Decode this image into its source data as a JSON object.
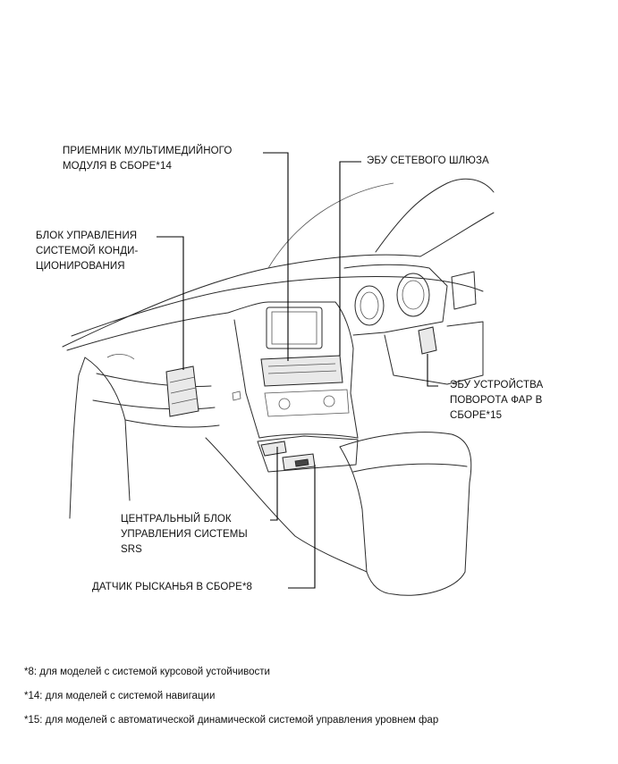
{
  "callouts": {
    "multimedia_receiver": [
      "ПРИЕМНИК МУЛЬТИМЕДИЙНОГО",
      "МОДУЛЯ В СБОРЕ*14"
    ],
    "network_gateway_ecu": [
      "ЭБУ СЕТЕВОГО ШЛЮЗА"
    ],
    "ac_control_unit": [
      "БЛОК УПРАВЛЕНИЯ",
      "СИСТЕМОЙ КОНДИ-",
      "ЦИОНИРОВАНИЯ"
    ],
    "headlamp_swivel_ecu": [
      "ЭБУ УСТРОЙСТВА",
      "ПОВОРОТА ФАР В",
      "СБОРЕ*15"
    ],
    "srs_center_unit": [
      "ЦЕНТРАЛЬНЫЙ БЛОК",
      "УПРАВЛЕНИЯ СИСТЕМЫ",
      "SRS"
    ],
    "yaw_rate_sensor": [
      "ДАТЧИК РЫСКАНЬЯ В СБОРЕ*8"
    ]
  },
  "footnotes": [
    "*8: для моделей с системой курсовой устойчивости",
    "*14: для моделей с системой навигации",
    "*15: для моделей с автоматической динамической системой управления уровнем фар"
  ]
}
